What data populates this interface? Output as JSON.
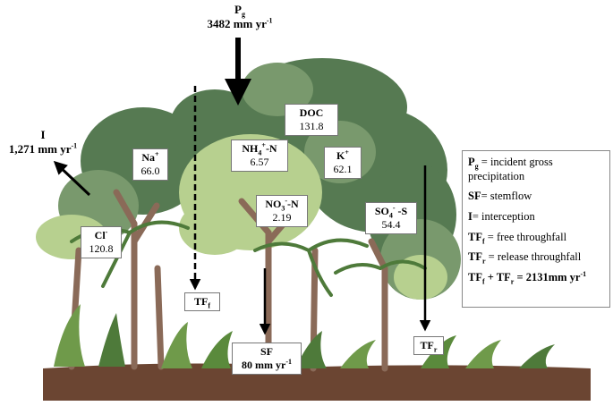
{
  "flows": {
    "pg": {
      "symbol": "P",
      "sub": "g",
      "amount": "3482 mm yr",
      "sup": "-1"
    },
    "interception": {
      "symbol": "I",
      "amount": "1,271 mm yr",
      "sup": "-1"
    },
    "stemflow": {
      "symbol": "SF",
      "amount": "80 mm yr",
      "sup": "-1"
    },
    "tf_free": {
      "symbol": "TF",
      "sub": "f"
    },
    "tf_release": {
      "symbol": "TF",
      "sub": "r"
    }
  },
  "solutes": {
    "doc": {
      "name": "DOC",
      "value": "131.8"
    },
    "na": {
      "name": "Na",
      "sup": "+",
      "value": "66.0"
    },
    "nh4": {
      "name": "NH",
      "sub": "4",
      "sup": "+",
      "suffix": "-N",
      "value": "6.57"
    },
    "k": {
      "name": "K",
      "sup": "+",
      "value": "62.1"
    },
    "no3": {
      "name": "NO",
      "sub": "3",
      "sup": "-",
      "suffix": "-N",
      "value": "2.19"
    },
    "so4": {
      "name": "SO",
      "sub": "4",
      "sup": "-",
      "suffix": " -S",
      "value": "54.4"
    },
    "cl": {
      "name": "Cl",
      "sup": "-",
      "value": "120.8"
    }
  },
  "legend": {
    "pg": {
      "term": "P",
      "sub": "g",
      "def": " = incident gross precipitation"
    },
    "sf": {
      "term": "SF",
      "def": "= stemflow"
    },
    "i": {
      "term": "I",
      "def": "= interception"
    },
    "tff": {
      "term": "TF",
      "sub": "f",
      "def": " = free throughfall"
    },
    "tfr": {
      "term": "TF",
      "sub": "r",
      "def": " = release throughfall"
    },
    "total": {
      "a": "TF",
      "a_sub": "f",
      "plus": " + TF",
      "b_sub": "r",
      "rest": " = 2131mm yr",
      "sup": "-1"
    }
  },
  "colors": {
    "dark_green": "#567a52",
    "mid_green": "#79996d",
    "light_green": "#b7d08f",
    "pale_green": "#cddfb0",
    "trunk": "#8a6a58",
    "soil": "#6b4532",
    "arrow": "#000000"
  }
}
